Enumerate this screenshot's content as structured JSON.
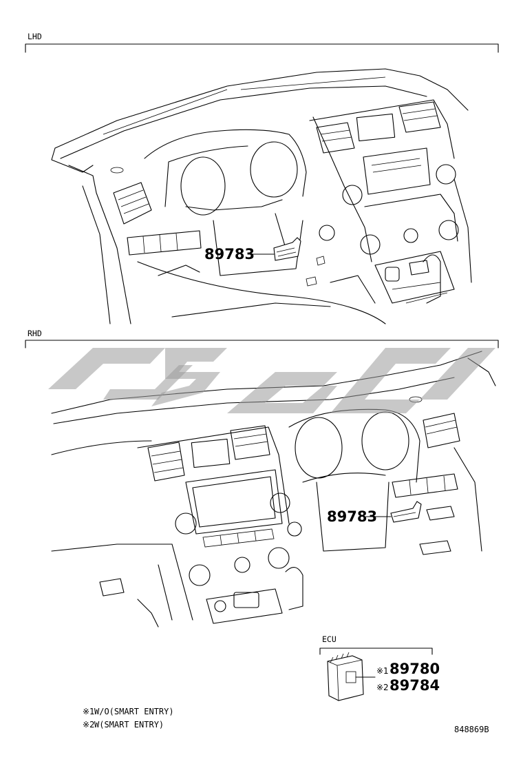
{
  "sections": {
    "lhd": {
      "label": "LHD",
      "part_number": "89783"
    },
    "rhd": {
      "label": "RHD",
      "part_number": "89783"
    }
  },
  "ecu": {
    "label": "ECU",
    "items": [
      {
        "mark": "※1",
        "part_number": "89780"
      },
      {
        "mark": "※2",
        "part_number": "89784"
      }
    ]
  },
  "notes": [
    {
      "mark": "※1",
      "text": "W/O(SMART ENTRY)"
    },
    {
      "mark": "※2",
      "text": "W(SMART ENTRY)"
    }
  ],
  "figure_id": "848869B"
}
